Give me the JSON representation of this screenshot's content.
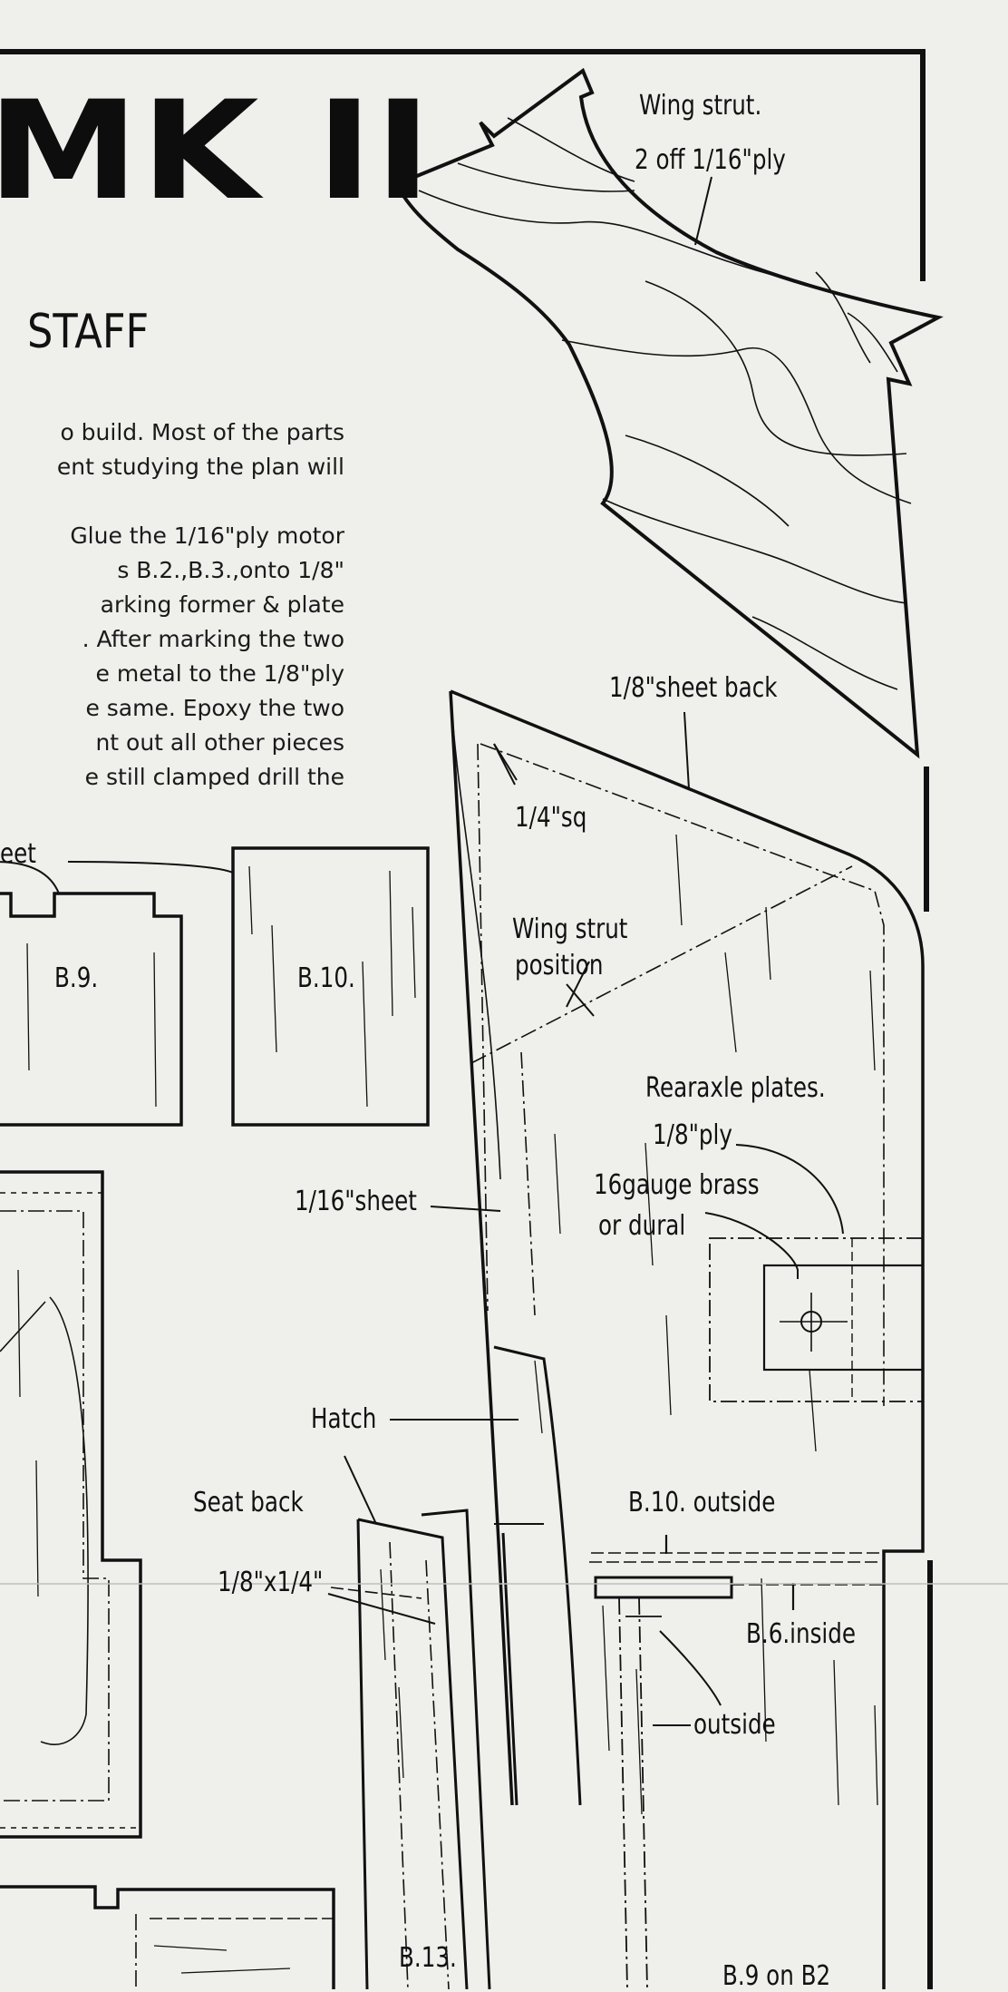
{
  "title": "MK II",
  "subtitle": "STAFF",
  "body_text": {
    "paragraph_1": [
      "o build.  Most of the parts",
      "ent studying the plan will"
    ],
    "paragraph_2": [
      "Glue the 1/16\"ply motor",
      "s  B.2.,B.3.,onto 1/8\"",
      "arking  former & plate",
      ". After marking the two",
      "e metal to the 1/8\"ply",
      "e same.  Epoxy the two",
      "nt out all other pieces",
      "e still clamped drill the"
    ]
  },
  "labels": {
    "wing_strut": "Wing strut.",
    "wing_strut_qty": "2 off 1/16\"ply",
    "sheet_back": "1/8\"sheet back",
    "quarter_sq": "1/4\"sq",
    "wing_strut_position_1": "Wing strut",
    "wing_strut_position_2": "position",
    "eet": "eet",
    "rear_axle_plates": "Rearaxle plates.",
    "eighth_ply": "1/8\"ply",
    "sixteenth_sheet": "1/16\"sheet",
    "gauge_brass": "16gauge brass",
    "or_dural": "or dural",
    "hatch": "Hatch",
    "seat_back": "Seat back",
    "eighth_by_quarter": "1/8\"x1/4\"",
    "b10_outside": "B.10. outside",
    "b6_inside": "B.6.inside",
    "outside": "outside",
    "b13": "B.13.",
    "b9_on_b2": "B.9 on B2"
  },
  "parts": {
    "b9": "B.9.",
    "b10": "B.10."
  }
}
